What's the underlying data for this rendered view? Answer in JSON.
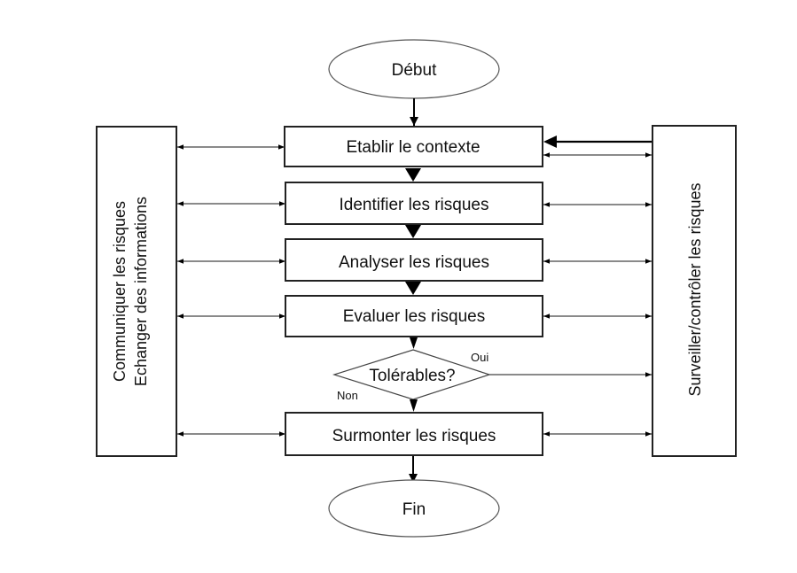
{
  "diagram": {
    "start": "Début",
    "end": "Fin",
    "steps": [
      "Etablir le contexte",
      "Identifier les risques",
      "Analyser les risques",
      "Evaluer les risques"
    ],
    "decision": {
      "label": "Tolérables?",
      "yes": "Oui",
      "no": "Non"
    },
    "treat": "Surmonter les risques",
    "left_panel": [
      "Communiquer les risques",
      "Echanger des informations"
    ],
    "right_panel": "Surveiller/contrôler les risques"
  }
}
